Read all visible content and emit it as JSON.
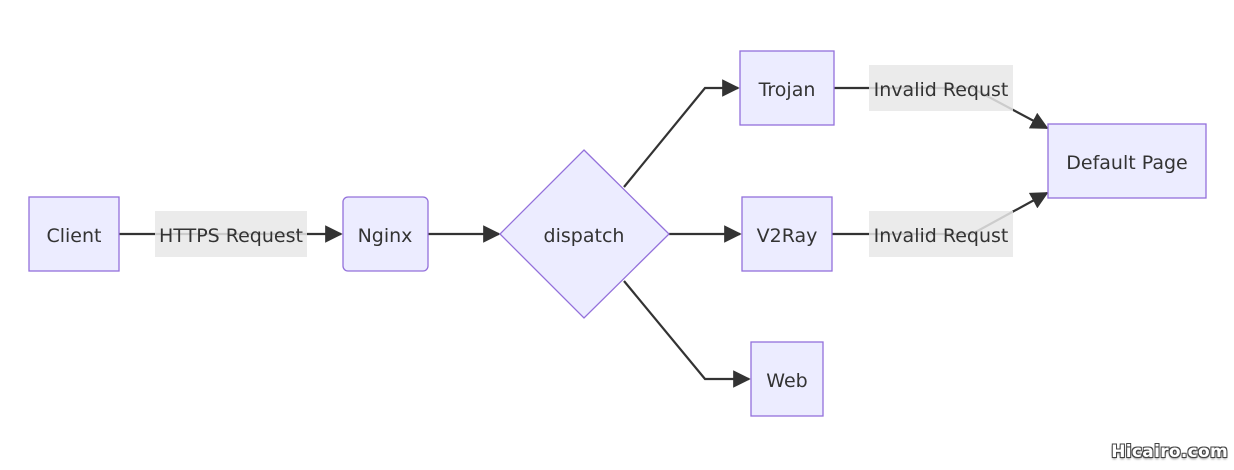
{
  "nodes": {
    "client": "Client",
    "nginx": "Nginx",
    "dispatch": "dispatch",
    "trojan": "Trojan",
    "v2ray": "V2Ray",
    "web": "Web",
    "default_page": "Default Page"
  },
  "edge_labels": {
    "client_nginx": "HTTPS Request",
    "trojan_default": "Invalid Requst",
    "v2ray_default": "Invalid Requst"
  },
  "watermark": "Hicairo.com",
  "colors": {
    "node_fill": "#ECECFF",
    "node_stroke": "#9370DB",
    "edge": "#333333",
    "label_bg": "#E8E8E8"
  }
}
